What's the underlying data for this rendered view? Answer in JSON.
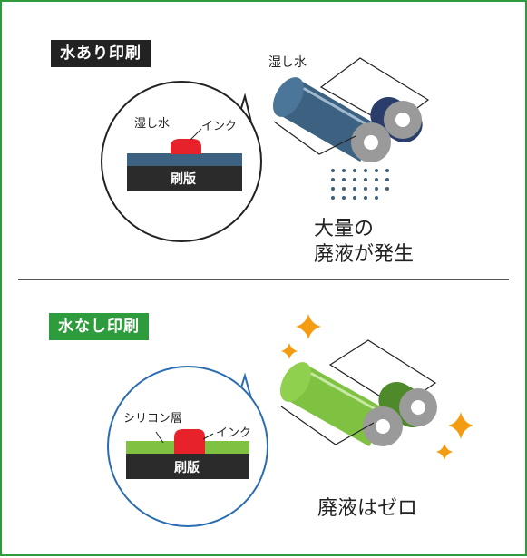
{
  "top": {
    "badge": "水あり印刷",
    "bubble": {
      "water_label": "湿し水",
      "ink_label": "インク",
      "plate_label": "刷版"
    },
    "press_label": "湿し水",
    "result_line1": "大量の",
    "result_line2": "廃液が発生"
  },
  "bottom": {
    "badge": "水なし印刷",
    "bubble": {
      "silicone_label": "シリコン層",
      "ink_label": "インク",
      "plate_label": "刷版"
    },
    "result": "廃液はゼロ"
  },
  "colors": {
    "frame": "#2e9b3c",
    "top_roller": "#3d6281",
    "bottom_roller": "#7fc241",
    "ink": "#e8222a",
    "sparkle": "#f39c12",
    "plate": "#2b2b2b"
  }
}
